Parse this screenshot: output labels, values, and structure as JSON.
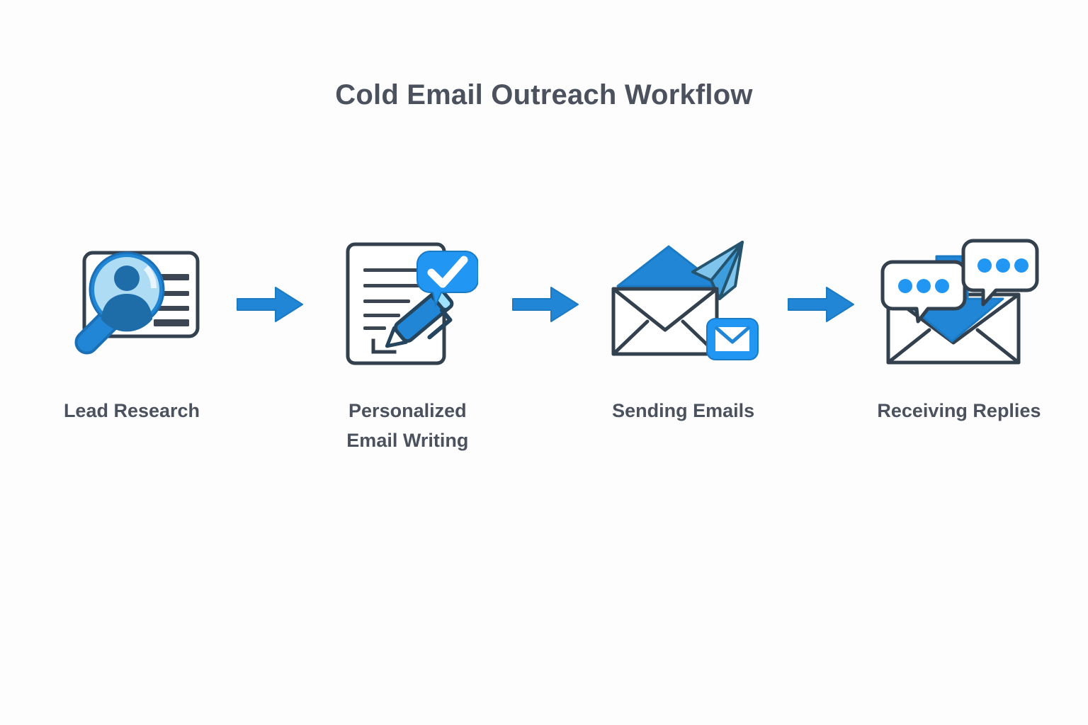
{
  "page": {
    "title": "Cold Email Outreach Workflow",
    "background_color": "#fdfdfd",
    "text_color": "#4b525e"
  },
  "palette": {
    "accent_blue": "#2086d5",
    "deep_blue": "#1e6ca8",
    "light_blue": "#aedcf5",
    "pale_blue": "#7fc4ec",
    "outline": "#33414f",
    "white": "#ffffff"
  },
  "flow": {
    "steps": [
      {
        "id": "lead-research",
        "label": "Lead Research",
        "icon": "magnifier-id-card-icon"
      },
      {
        "id": "personalized-email-writing",
        "label": "Personalized\nEmail Writing",
        "icon": "document-pen-check-icon"
      },
      {
        "id": "sending-emails",
        "label": "Sending Emails",
        "icon": "envelope-paper-plane-icon"
      },
      {
        "id": "receiving-replies",
        "label": "Receiving Replies",
        "icon": "envelope-inbound-chat-icon"
      }
    ],
    "connectors": [
      {
        "id": "arrow-1",
        "icon": "arrow-right-icon"
      },
      {
        "id": "arrow-2",
        "icon": "arrow-right-icon"
      },
      {
        "id": "arrow-3",
        "icon": "arrow-right-icon"
      }
    ]
  }
}
